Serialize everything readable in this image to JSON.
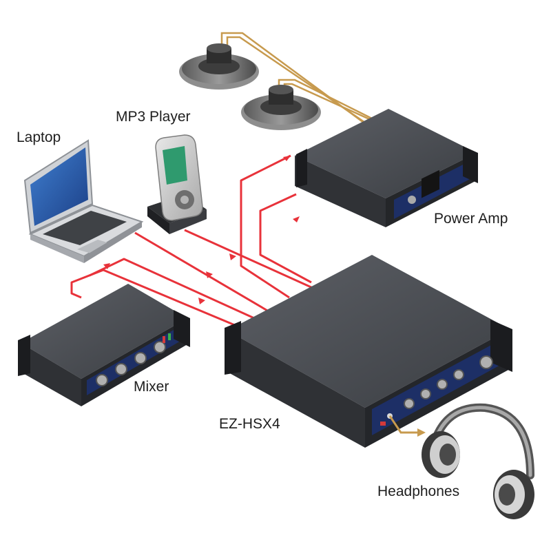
{
  "diagram": {
    "colors": {
      "signal_line": "#e8323a",
      "speaker_wire": "#c79a4e",
      "headphone_wire": "#c79a4e",
      "device_body": "#3a3c40",
      "device_top": "#4f5257",
      "panel_blue": "#1d2f66",
      "background": "#ffffff"
    },
    "labels": {
      "laptop": "Laptop",
      "mp3_player": "MP3 Player",
      "power_amp": "Power Amp",
      "mixer": "Mixer",
      "ez_hsx4": "EZ-HSX4",
      "headphones": "Headphones"
    },
    "connections": [
      {
        "from": "laptop",
        "to": "ez_hsx4",
        "type": "audio-signal"
      },
      {
        "from": "mp3_player",
        "to": "ez_hsx4",
        "type": "audio-signal"
      },
      {
        "from": "mixer",
        "to": "ez_hsx4",
        "type": "audio-signal"
      },
      {
        "from": "ez_hsx4",
        "to": "mixer",
        "type": "audio-signal"
      },
      {
        "from": "ez_hsx4",
        "to": "power_amp",
        "type": "audio-signal"
      },
      {
        "from": "power_amp",
        "to": "speakers",
        "type": "speaker-wire"
      },
      {
        "from": "ez_hsx4",
        "to": "headphones",
        "type": "headphone-cable"
      }
    ]
  }
}
